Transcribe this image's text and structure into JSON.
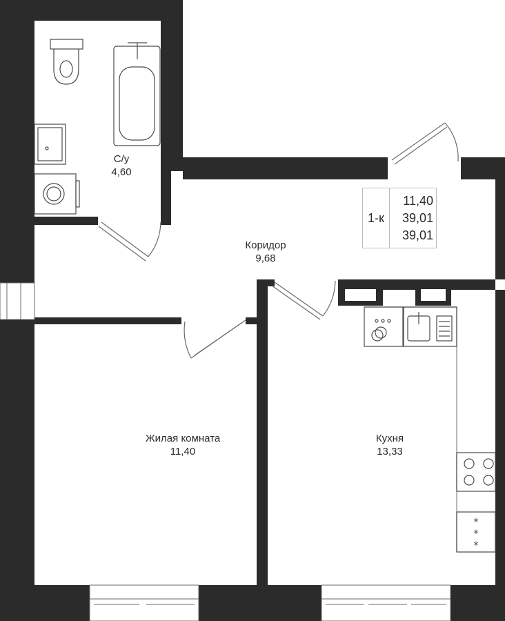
{
  "rooms": {
    "bathroom": {
      "name": "С/у",
      "area": "4,60"
    },
    "corridor": {
      "name": "Коридор",
      "area": "9,68"
    },
    "living": {
      "name": "Жилая комната",
      "area": "11,40"
    },
    "kitchen": {
      "name": "Кухня",
      "area": "13,33"
    }
  },
  "info": {
    "type": "1-к",
    "living_area": "11,40",
    "total_area": "39,01",
    "area_3": "39,01"
  },
  "colors": {
    "wall": "#2b2b2b",
    "line": "#8a8a8a",
    "fixture": "#4a4a4a",
    "background": "#ffffff"
  },
  "icons": [
    "toilet-icon",
    "bathtub-icon",
    "sink-icon",
    "washing-machine-icon",
    "dishwasher-icon",
    "kitchen-sink-icon",
    "stove-icon",
    "oven-icon",
    "door-icon",
    "window-icon"
  ]
}
